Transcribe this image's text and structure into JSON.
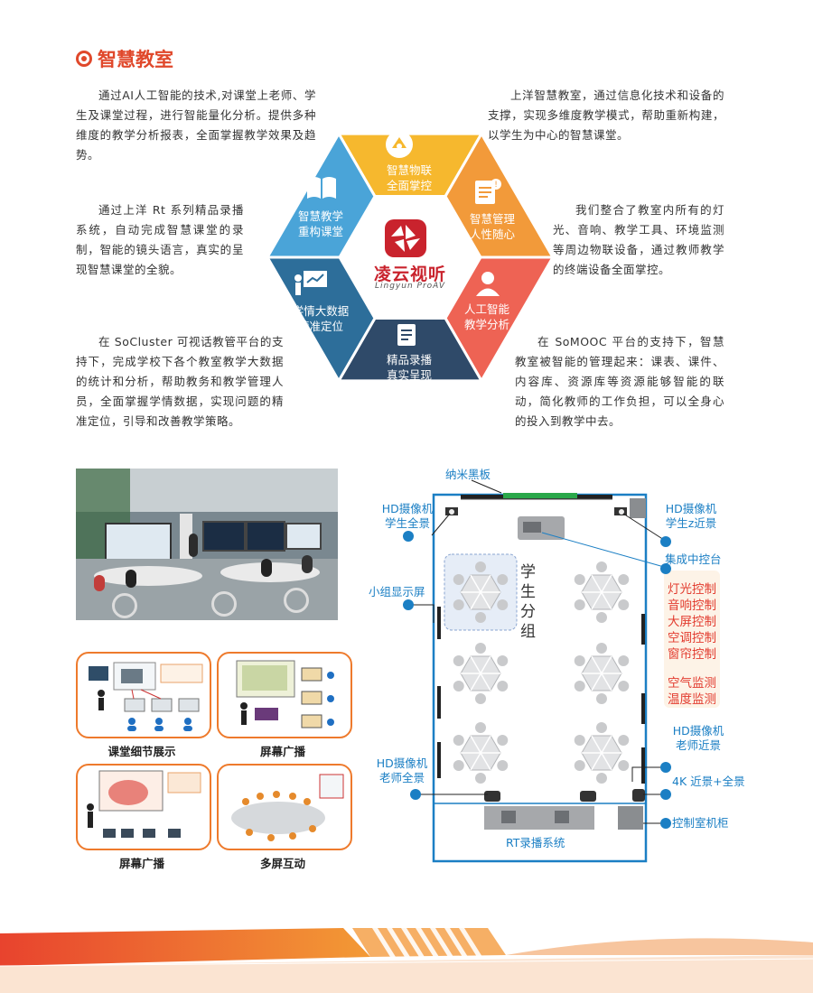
{
  "title": "智慧教室",
  "paragraphs": {
    "p1": "通过AI人工智能的技术,对课堂上老师、学生及课堂过程，进行智能量化分析。提供多种维度的教学分析报表，全面掌握教学效果及趋势。",
    "p2": "通过上洋 Rt 系列精品录播系统，自动完成智慧课堂的录制，智能的镜头语言，真实的呈现智慧课堂的全貌。",
    "p3": "在 SoCluster 可视话教管平台的支持下，完成学校下各个教室教学大数据的统计和分析，帮助教务和教学管理人员，全面掌握学情数据，实现问题的精准定位，引导和改善教学策略。",
    "p4": "上洋智慧教室，通过信息化技术和设备的支撑，实现多维度教学模式，帮助重新构建，以学生为中心的智慧课堂。",
    "p5": "我们整合了教室内所有的灯光、音响、教学工具、环境监测等周边物联设备，通过教师教学的终端设备全面掌控。",
    "p6": "在 SoMOOC 平台的支持下，智慧教室被智能的管理起来：课表、课件、内容库、资源库等资源能够智能的联动，简化教师的工作负担，可以全身心的投入到教学中去。"
  },
  "hex": {
    "logo_text": "凌云视听",
    "logo_sub": "Lingyun ProAV",
    "segments": [
      {
        "line1": "智慧物联",
        "line2": "全面掌控",
        "color": "#f6b82e",
        "icon": "iot-icon"
      },
      {
        "line1": "智慧管理",
        "line2": "人性随心",
        "color": "#f29a3a",
        "icon": "management-icon"
      },
      {
        "line1": "人工智能",
        "line2": "教学分析",
        "color": "#ee6354",
        "icon": "ai-person-icon"
      },
      {
        "line1": "精品录播",
        "line2": "真实呈现",
        "color": "#2f4a69",
        "icon": "document-icon"
      },
      {
        "line1": "学情大数据",
        "line2": "精准定位",
        "color": "#2d6e9a",
        "icon": "teacher-board-icon"
      },
      {
        "line1": "智慧教学",
        "line2": "重构课堂",
        "color": "#4aa4d8",
        "icon": "book-icon"
      }
    ]
  },
  "thumbs": {
    "t1": "课堂细节展示",
    "t2": "屏幕广播",
    "t3": "屏幕广播",
    "t4": "多屏互动"
  },
  "floorplan": {
    "blackboard": "纳米黑板",
    "cam_student_full_1": "HD摄像机",
    "cam_student_full_2": "学生全景",
    "cam_student_close_1": "HD摄像机",
    "cam_student_close_2": "学生z近景",
    "console": "集成中控台",
    "group_display": "小组显示屏",
    "student_group": "学生分组",
    "controls": [
      "灯光控制",
      "音响控制",
      "大屏控制",
      "空调控制",
      "窗帘控制"
    ],
    "monitors": [
      "空气监测",
      "温度监测"
    ],
    "cam_teacher_close_1": "HD摄像机",
    "cam_teacher_close_2": "老师近景",
    "cam_teacher_full_1": "HD摄像机",
    "cam_teacher_full_2": "老师全景",
    "cam_4k": "4K 近景+全景",
    "cabinet": "控制室机柜",
    "rt_system": "RT录播系统"
  }
}
